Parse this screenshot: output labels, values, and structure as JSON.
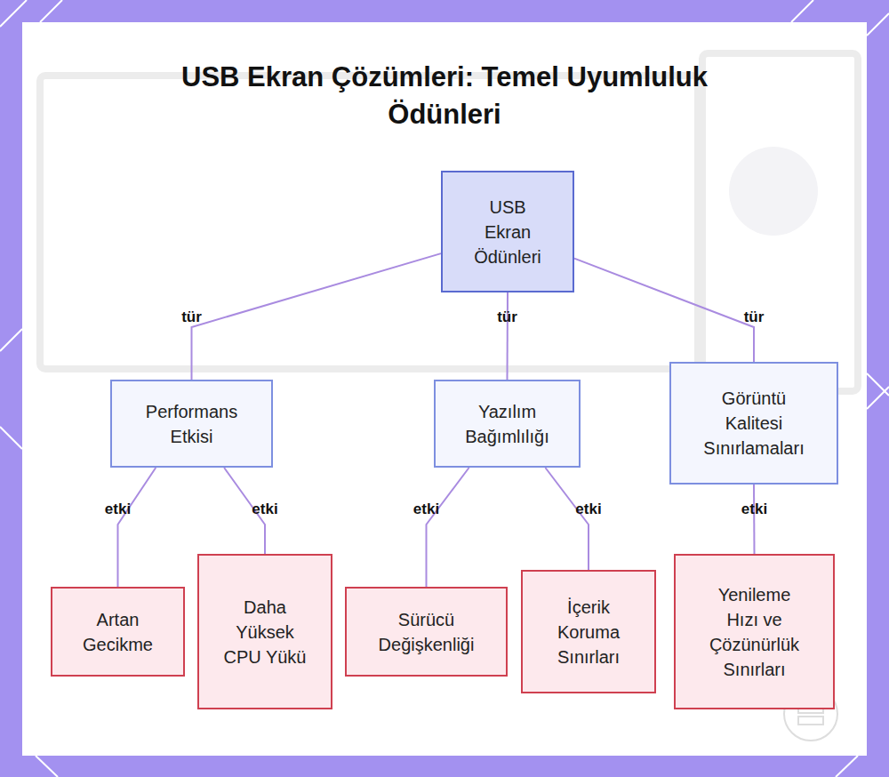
{
  "diagram": {
    "title": "USB Ekran Çözümleri: Temel Uyumluluk Ödünleri",
    "nodes": [
      {
        "text": [
          "USB Ekran Ödünleri"
        ]
      },
      {
        "text": [
          "Performans Etkisi"
        ]
      },
      {
        "text": [
          "Yazılım Bağımlılığı"
        ]
      },
      {
        "text": [
          "Görüntü Kalitesi Sınırlamaları"
        ]
      },
      {
        "text": [
          "Artan Gecikme"
        ]
      },
      {
        "text": [
          "Daha Yüksek CPU Yükü"
        ]
      },
      {
        "text": [
          "Sürücü Değişkenliği"
        ]
      },
      {
        "text": [
          "İçerik Koruma Sınırları"
        ]
      },
      {
        "text": [
          "Yenileme Hızı ve Çözünürlük Sınırları"
        ]
      }
    ],
    "edges": [
      {
        "from": 0,
        "to": 1,
        "label": "tür",
        "arrow": "none"
      },
      {
        "from": 0,
        "to": 2,
        "label": "tür",
        "arrow": "none"
      },
      {
        "from": 0,
        "to": 3,
        "label": "tür",
        "arrow": "none"
      },
      {
        "from": 1,
        "to": 4,
        "label": "etki",
        "arrow": "none"
      },
      {
        "from": 1,
        "to": 5,
        "label": "etki",
        "arrow": "none"
      },
      {
        "from": 2,
        "to": 6,
        "label": "etki",
        "arrow": "none"
      },
      {
        "from": 2,
        "to": 7,
        "label": "etki",
        "arrow": "none"
      },
      {
        "from": 3,
        "to": 8,
        "label": "etki",
        "arrow": "none"
      }
    ]
  }
}
